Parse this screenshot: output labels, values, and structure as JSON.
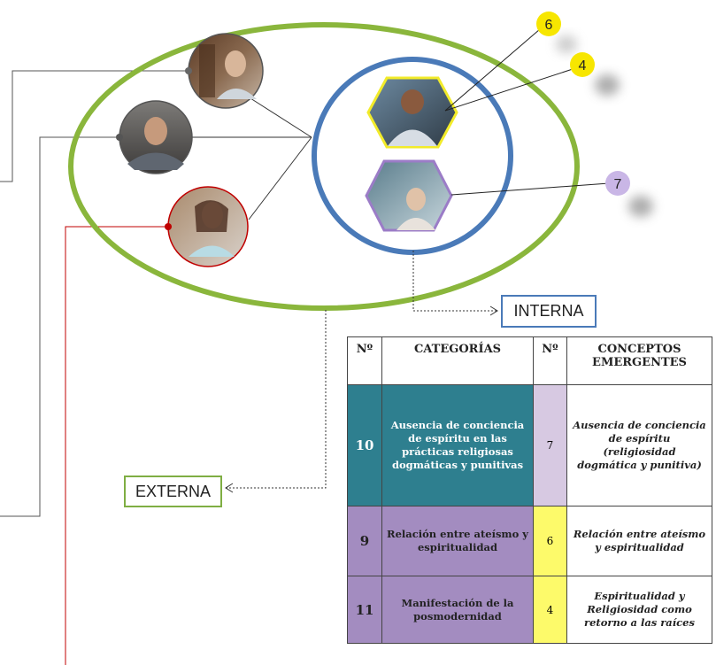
{
  "labels": {
    "interna": "INTERNA",
    "externa": "EXTERNA"
  },
  "badges": [
    {
      "id": "badge-6",
      "text": "6",
      "color": "#f7e600"
    },
    {
      "id": "badge-4",
      "text": "4",
      "color": "#f7e600"
    },
    {
      "id": "badge-7",
      "text": "7",
      "color": "#c9b6e6"
    }
  ],
  "colors": {
    "outer_ellipse": "#8ab63c",
    "inner_ellipse": "#4a7ab8",
    "teal": "#2e7f8f",
    "purple": "#a38cc0",
    "lavender": "#d7c9e2",
    "yellow": "#fdfa6a",
    "red_line": "#c00000"
  },
  "table": {
    "headers": [
      "Nº",
      "CATEGORÍAS",
      "Nº",
      "CONCEPTOS EMERGENTES"
    ],
    "rows": [
      {
        "num": "10",
        "category": "Ausencia de conciencia de espíritu en las prácticas religiosas dogmáticas y punitivas",
        "num2": "7",
        "concept": "Ausencia de conciencia de espíritu (religiosidad dogmática y punitiva)"
      },
      {
        "num": "9",
        "category": "Relación entre ateísmo y espiritualidad",
        "num2": "6",
        "concept": "Relación entre ateísmo y espiritualidad"
      },
      {
        "num": "11",
        "category": "Manifestación de la posmodernidad",
        "num2": "4",
        "concept": "Espiritualidad y Religiosidad como retorno a las raíces"
      }
    ]
  },
  "photos": [
    {
      "id": "photo-man-library",
      "shape": "circle"
    },
    {
      "id": "photo-man-office",
      "shape": "circle"
    },
    {
      "id": "photo-woman-red-border",
      "shape": "circle"
    },
    {
      "id": "photo-man-yellow-hexagon",
      "shape": "hexagon"
    },
    {
      "id": "photo-woman-purple-hexagon",
      "shape": "hexagon"
    }
  ]
}
